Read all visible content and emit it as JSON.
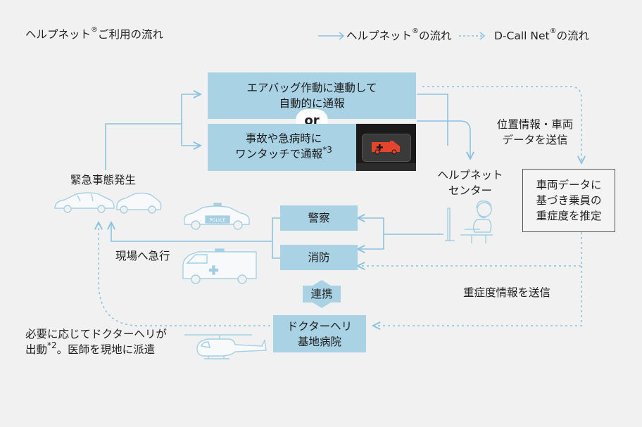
{
  "title": {
    "text": "ヘルプネット",
    "sup": "®",
    "suffix": "ご利用の流れ"
  },
  "legend": {
    "solid_label": "ヘルプネット",
    "solid_sup": "®",
    "solid_suffix": "の流れ",
    "dashed_label": "D-Call Net",
    "dashed_sup": "®",
    "dashed_suffix": "の流れ"
  },
  "boxes": {
    "airbag_line1": "エアバッグ作動に連動して",
    "airbag_line2": "自動的に通報",
    "or": "or",
    "manual_line1": "事故や急病時に",
    "manual_line2": "ワンタッチで通報",
    "manual_note": "*3",
    "police": "警察",
    "fire": "消防",
    "cooperation": "連携",
    "heli_line1": "ドクターヘリ",
    "heli_line2": "基地病院",
    "estimate_line1": "車両データに",
    "estimate_line2": "基づき乗員の",
    "estimate_line3": "重症度を推定"
  },
  "labels": {
    "emergency": "緊急事態発生",
    "position_line1": "位置情報・車両",
    "position_line2": "データを送信",
    "center_line1": "ヘルプネット",
    "center_line2": "センター",
    "rush": "現場へ急行",
    "severity": "重症度情報を送信",
    "heli_note_line1": "必要に応じてドクターヘリが",
    "heli_note_line2a": "出動",
    "heli_note_note": "*2",
    "heli_note_line2b": "。医師を現地に派遣",
    "police_car_text": "POLICE"
  },
  "colors": {
    "box_fill": "#a9d2e4",
    "line": "#8cc3de",
    "icon_line": "#a6cfe3",
    "background": "#f1f1f1",
    "button_red": "#e2442c"
  }
}
